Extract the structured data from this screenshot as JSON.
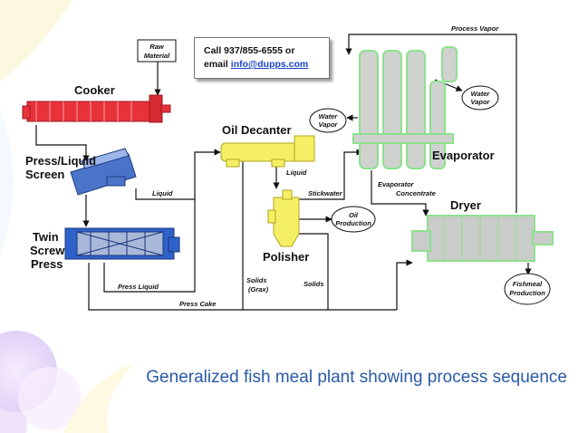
{
  "contact": {
    "line1": "Call 937/855-6555 or",
    "line2_prefix": "email ",
    "email": "info@dupps.com"
  },
  "equipment": {
    "cooker": "Cooker",
    "press_liquid_screen_1": "Press/Liquid",
    "press_liquid_screen_2": "Screen",
    "twin_screw_press_1": "Twin",
    "twin_screw_press_2": "Screw",
    "twin_screw_press_3": "Press",
    "oil_decanter": "Oil Decanter",
    "polisher": "Polisher",
    "evaporator": "Evaporator",
    "dryer": "Dryer"
  },
  "streams": {
    "raw_material_1": "Raw",
    "raw_material_2": "Material",
    "liquid_screen": "Liquid",
    "liquid_decanter": "Liquid",
    "press_liquid": "Press Liquid",
    "press_cake": "Press Cake",
    "solids_grax_1": "Solids",
    "solids_grax_2": "(Grax)",
    "solids": "Solids",
    "stickwater": "Stickwater",
    "oil_production_1": "Oil",
    "oil_production_2": "Production",
    "water_vapor_left_1": "Water",
    "water_vapor_left_2": "Vapor",
    "water_vapor_right_1": "Water",
    "water_vapor_right_2": "Vapor",
    "process_vapor": "Process Vapor",
    "evaporator_concentrate_1": "Evaporator",
    "evaporator_concentrate_2": "Concentrate",
    "fishmeal_production_1": "Fishmeal",
    "fishmeal_production_2": "Production"
  },
  "caption": "Generalized fish meal plant showing process sequence",
  "colors": {
    "cooker": "#e8323a",
    "screen": "#4a74c8",
    "press": "#2f62c9",
    "decanter": "#f5ef66",
    "evaporator": "#cfd2cf",
    "evaporator_outline": "#8fe08f",
    "dryer": "#c9ccc9",
    "caption": "#2a5aa6",
    "link": "#1a44c8"
  }
}
